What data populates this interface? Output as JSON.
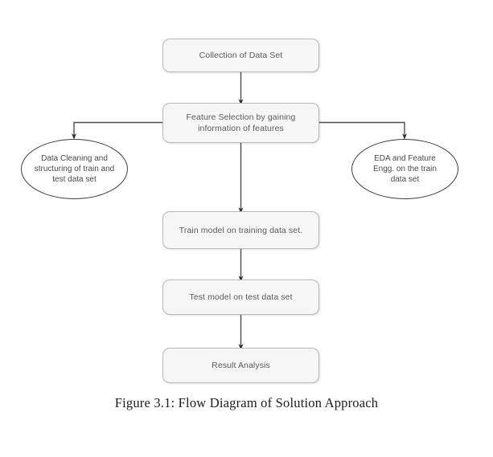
{
  "figure": {
    "caption": "Figure 3.1: Flow Diagram of Solution Approach"
  },
  "colors": {
    "box_fill": "#f6f6f6",
    "box_border": "#b9b9b9",
    "box_text": "#5a5a5a",
    "ellipse_border": "#3d3d3d",
    "ellipse_text": "#4a4a4a",
    "connector": "#4d4d4d",
    "caption_text": "#1c1c1c",
    "page_background": "#ffffff"
  },
  "flowchart": {
    "type": "flowchart",
    "orientation": "top-to-bottom",
    "nodes": [
      {
        "id": "collection",
        "shape": "rounded-rectangle",
        "label": "Collection of Data Set",
        "lines": [
          "Collection of Data Set"
        ]
      },
      {
        "id": "feature-selection",
        "shape": "rounded-rectangle",
        "label": "Feature Selection by gaining information of features",
        "lines": [
          "Feature Selection by gaining",
          "information of features"
        ]
      },
      {
        "id": "data-cleaning",
        "shape": "ellipse",
        "label": "Data Cleaning and structuring of train and test data set",
        "lines": [
          "Data Cleaning and",
          "structuring of train and",
          "test data set"
        ]
      },
      {
        "id": "eda-feature-engg",
        "shape": "ellipse",
        "label": "EDA and Feature Engg. on the train data set",
        "lines": [
          "EDA and Feature",
          "Engg. on the train",
          "data set"
        ]
      },
      {
        "id": "train-model",
        "shape": "rounded-rectangle",
        "label": "Train model on training data set.",
        "lines": [
          "Train model on training data set."
        ]
      },
      {
        "id": "test-model",
        "shape": "rounded-rectangle",
        "label": "Test model on test data set",
        "lines": [
          "Test model on test data set"
        ]
      },
      {
        "id": "result-analysis",
        "shape": "rounded-rectangle",
        "label": "Result Analysis",
        "lines": [
          "Result Analysis"
        ]
      }
    ],
    "edges": [
      {
        "from": "collection",
        "to": "feature-selection",
        "style": "straight-vertical",
        "arrow": true
      },
      {
        "from": "feature-selection",
        "to": "data-cleaning",
        "style": "elbow-left",
        "arrow": true
      },
      {
        "from": "feature-selection",
        "to": "eda-feature-engg",
        "style": "elbow-right",
        "arrow": true
      },
      {
        "from": "feature-selection",
        "to": "train-model",
        "style": "straight-vertical",
        "arrow": true
      },
      {
        "from": "train-model",
        "to": "test-model",
        "style": "straight-vertical",
        "arrow": true
      },
      {
        "from": "test-model",
        "to": "result-analysis",
        "style": "straight-vertical",
        "arrow": true
      }
    ]
  }
}
